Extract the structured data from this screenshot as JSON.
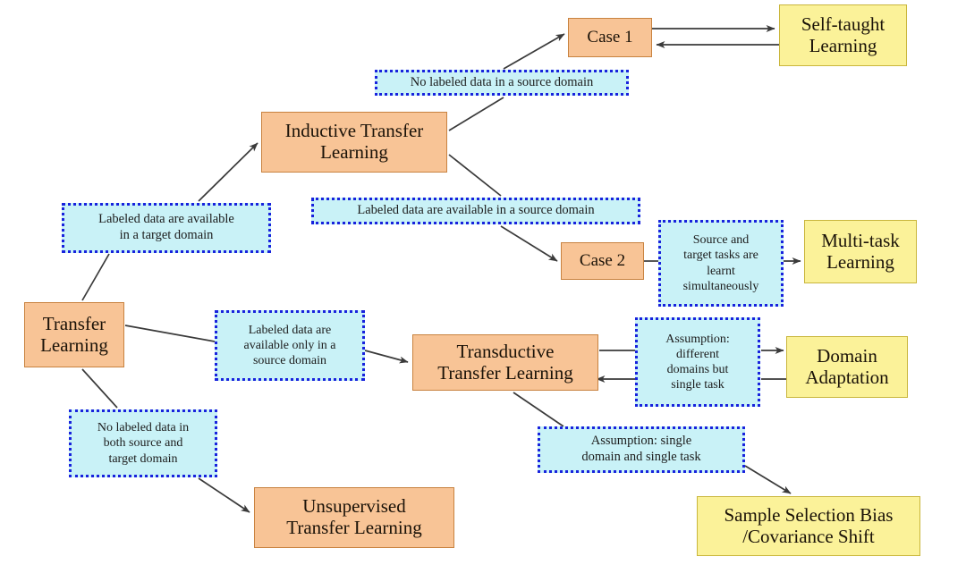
{
  "diagram": {
    "title": "Transfer Learning taxonomy",
    "colors": {
      "node_fill_orange": "#f8c496",
      "node_fill_yellow": "#fbf299",
      "label_fill": "#c9f2f7",
      "label_border": "#1822dd",
      "edge": "#3a3a3a"
    },
    "nodes": {
      "transfer_learning": "Transfer\nLearning",
      "inductive_transfer_learning": "Inductive Transfer\nLearning",
      "transductive_transfer_learning": "Transductive\nTransfer Learning",
      "unsupervised_transfer_learning": "Unsupervised\nTransfer Learning",
      "case1": "Case 1",
      "case2": "Case 2",
      "self_taught_learning": "Self-taught\nLearning",
      "multi_task_learning": "Multi-task\nLearning",
      "domain_adaptation": "Domain\nAdaptation",
      "sample_selection_bias": "Sample Selection Bias\n/Covariance Shift"
    },
    "labels": {
      "labeled_target": "Labeled data are available\nin a target domain",
      "labeled_source_only": "Labeled data are\navailable only in a\nsource domain",
      "no_labeled_both": "No labeled data in\nboth source and\ntarget domain",
      "no_labeled_source": "No labeled data in a source domain",
      "labeled_source": "Labeled data are available in a source domain",
      "source_target_simultaneous": "Source and\ntarget tasks are\nlearnt\nsimultaneously",
      "assumption_diff_domains": "Assumption:\ndifferent\ndomains but\nsingle task",
      "assumption_single_domain": "Assumption: single\ndomain and single task"
    },
    "edges": [
      {
        "from": "transfer_learning",
        "to": "labeled_target",
        "arrow": false
      },
      {
        "from": "labeled_target",
        "to": "inductive_transfer_learning",
        "arrow": true
      },
      {
        "from": "inductive_transfer_learning",
        "to": "no_labeled_source",
        "arrow": false
      },
      {
        "from": "no_labeled_source",
        "to": "case1",
        "arrow": true
      },
      {
        "from": "case1",
        "to": "self_taught_learning",
        "arrow": true
      },
      {
        "from": "self_taught_learning",
        "to": "case1",
        "arrow": true
      },
      {
        "from": "inductive_transfer_learning",
        "to": "labeled_source",
        "arrow": false
      },
      {
        "from": "labeled_source",
        "to": "case2",
        "arrow": true
      },
      {
        "from": "case2",
        "to": "source_target_simultaneous",
        "arrow": false
      },
      {
        "from": "source_target_simultaneous",
        "to": "multi_task_learning",
        "arrow": true
      },
      {
        "from": "transfer_learning",
        "to": "labeled_source_only",
        "arrow": false
      },
      {
        "from": "labeled_source_only",
        "to": "transductive_transfer_learning",
        "arrow": true
      },
      {
        "from": "transductive_transfer_learning",
        "to": "assumption_diff_domains",
        "arrow": false
      },
      {
        "from": "assumption_diff_domains",
        "to": "domain_adaptation",
        "arrow": true
      },
      {
        "from": "domain_adaptation",
        "to": "transductive_transfer_learning",
        "arrow": true
      },
      {
        "from": "transductive_transfer_learning",
        "to": "assumption_single_domain",
        "arrow": false
      },
      {
        "from": "assumption_single_domain",
        "to": "sample_selection_bias",
        "arrow": true
      },
      {
        "from": "transfer_learning",
        "to": "no_labeled_both",
        "arrow": false
      },
      {
        "from": "no_labeled_both",
        "to": "unsupervised_transfer_learning",
        "arrow": true
      }
    ]
  }
}
